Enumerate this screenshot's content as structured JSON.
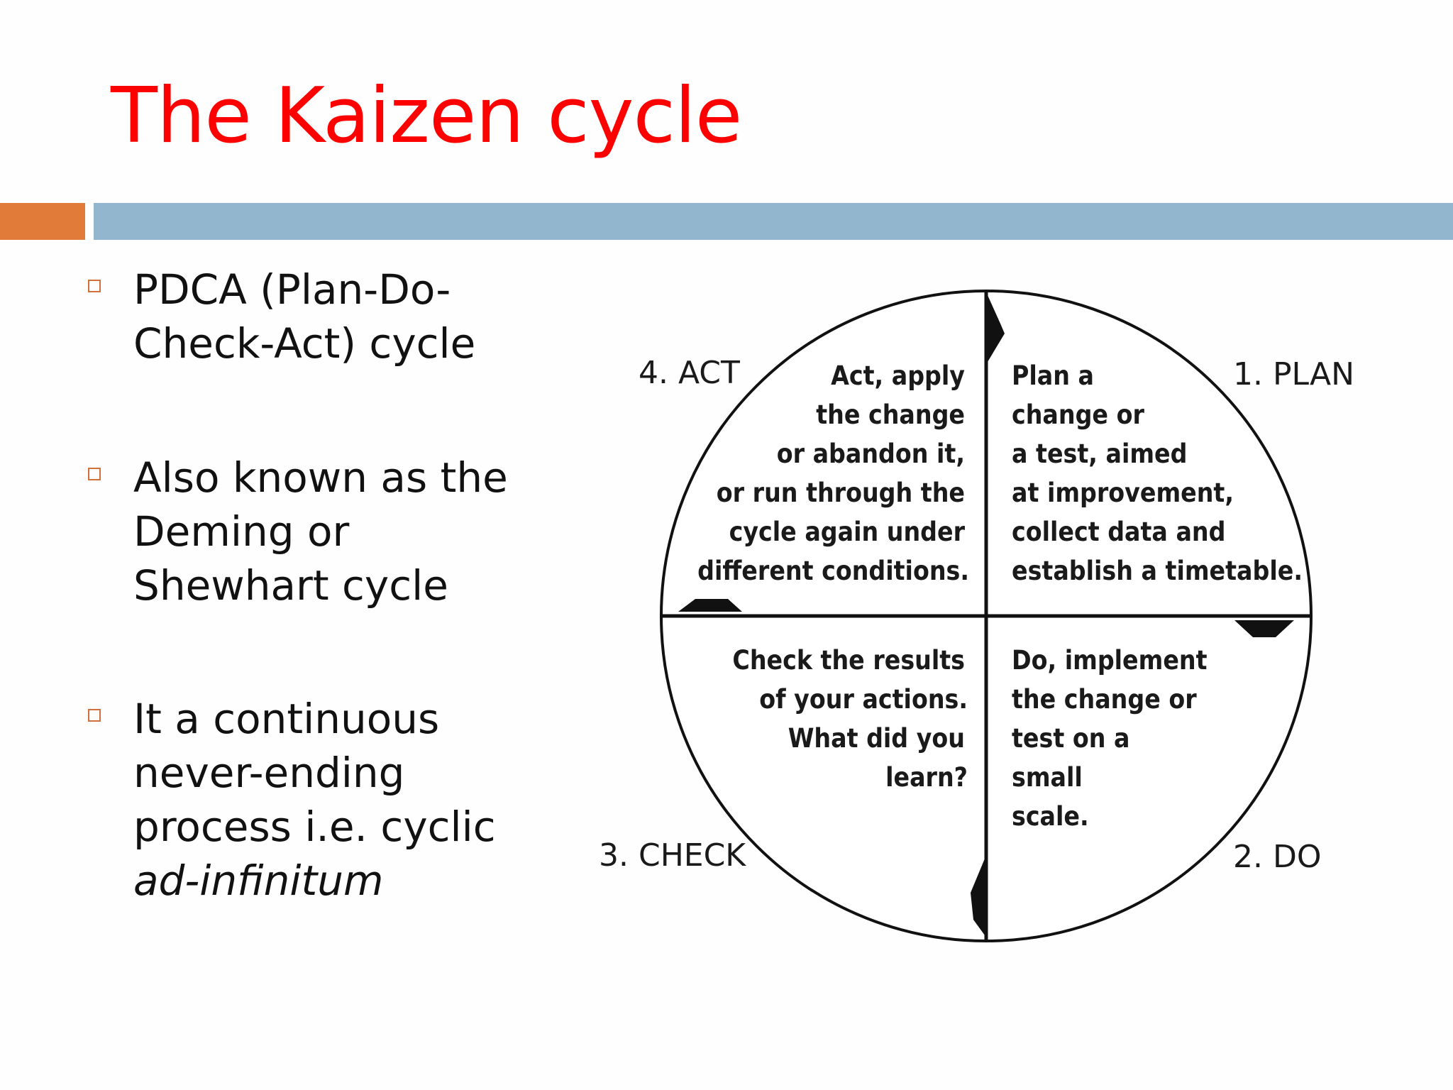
{
  "slide": {
    "title": "The Kaizen cycle",
    "colors": {
      "title": "#ff0000",
      "accent_bar_left": "#e07b39",
      "accent_bar_right": "#93b6cf",
      "bullet_marker": "#d0703a"
    }
  },
  "bullets": [
    {
      "line1": "PDCA (Plan-Do-",
      "line2": "Check-Act) cycle"
    },
    {
      "line1": "Also known as the",
      "line2": "Deming or",
      "line3": "Shewhart cycle"
    },
    {
      "line1": "It a continuous",
      "line2": "never-ending",
      "line3": "process i.e. cyclic",
      "line4_italic": "ad-infinitum"
    }
  ],
  "diagram": {
    "stages": {
      "plan": "1. PLAN",
      "do": "2. DO",
      "check": "3. CHECK",
      "act": "4. ACT"
    },
    "quadrants": {
      "plan": [
        "Plan a",
        "change or",
        "a test, aimed",
        "at improvement,",
        "collect data and",
        "establish a timetable."
      ],
      "do": [
        "Do, implement",
        "the change or",
        "test on a",
        "small",
        "scale."
      ],
      "check": [
        "Check the results",
        "of your actions.",
        "What did you",
        "learn?"
      ],
      "act": [
        "Act, apply",
        "the change",
        "or abandon it,",
        "or run through the",
        "cycle again under",
        "different conditions."
      ]
    },
    "arrow_icons": [
      "arrow-right-icon",
      "arrow-down-icon",
      "arrow-left-icon",
      "arrow-up-icon"
    ]
  }
}
